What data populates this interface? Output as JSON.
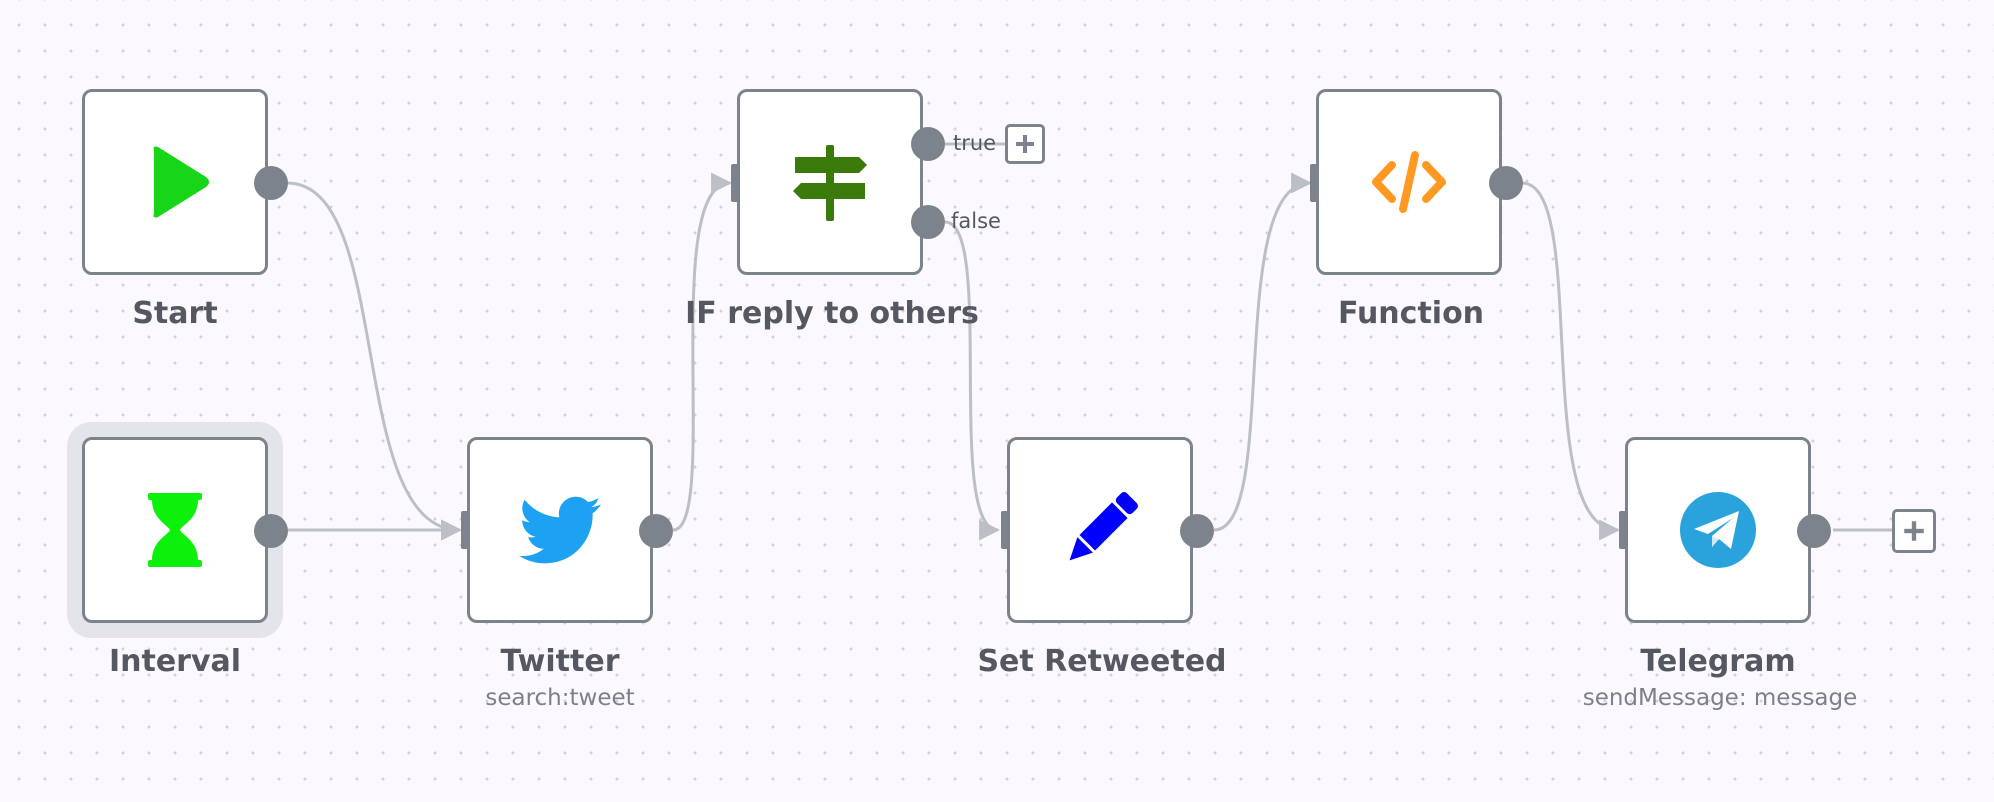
{
  "canvas": {
    "edge_color": "#bdbfc6",
    "handle_color": "#7d838d"
  },
  "nodes": {
    "start": {
      "label": "Start",
      "icon": "play-icon",
      "color": "#17d617"
    },
    "interval": {
      "label": "Interval",
      "icon": "hourglass-icon",
      "color": "#0cf00c",
      "selected": true
    },
    "twitter": {
      "label": "Twitter",
      "subtitle": "search:tweet",
      "icon": "twitter-bird-icon",
      "color": "#1da1f2"
    },
    "if": {
      "label": "IF reply to others",
      "icon": "signpost-icon",
      "color": "#3a7a0a",
      "outputs": {
        "true": "true",
        "false": "false"
      }
    },
    "set": {
      "label": "Set Retweeted",
      "icon": "pencil-icon",
      "color": "#0000ff"
    },
    "function": {
      "label": "Function",
      "icon": "code-icon",
      "color": "#ff9922"
    },
    "telegram": {
      "label": "Telegram",
      "subtitle": "sendMessage: message",
      "icon": "telegram-icon",
      "color": "#2aa3dc"
    }
  },
  "add_button": {
    "symbol": "+"
  }
}
